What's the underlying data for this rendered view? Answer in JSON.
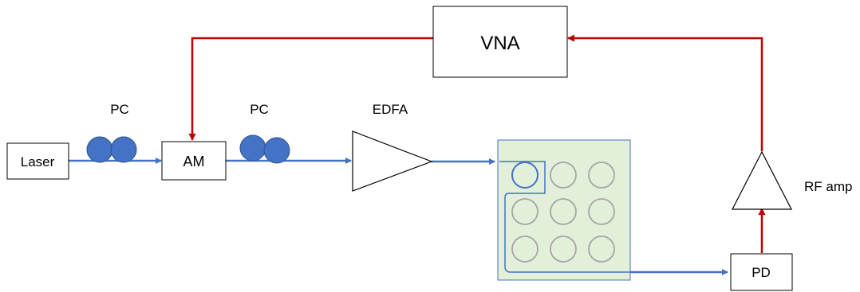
{
  "blocks": {
    "laser": "Laser",
    "am": "AM",
    "vna": "VNA",
    "pd": "PD"
  },
  "labels": {
    "pc1": "PC",
    "pc2": "PC",
    "edfa": "EDFA",
    "rf_amp": "RF amp"
  },
  "colors": {
    "optical_path": "#4472c4",
    "electrical_path": "#c00000",
    "chip_fill": "#e2efd9",
    "chip_border": "#4472c4",
    "pc_fill": "#4472c4",
    "ring": "#a6a6a6"
  }
}
